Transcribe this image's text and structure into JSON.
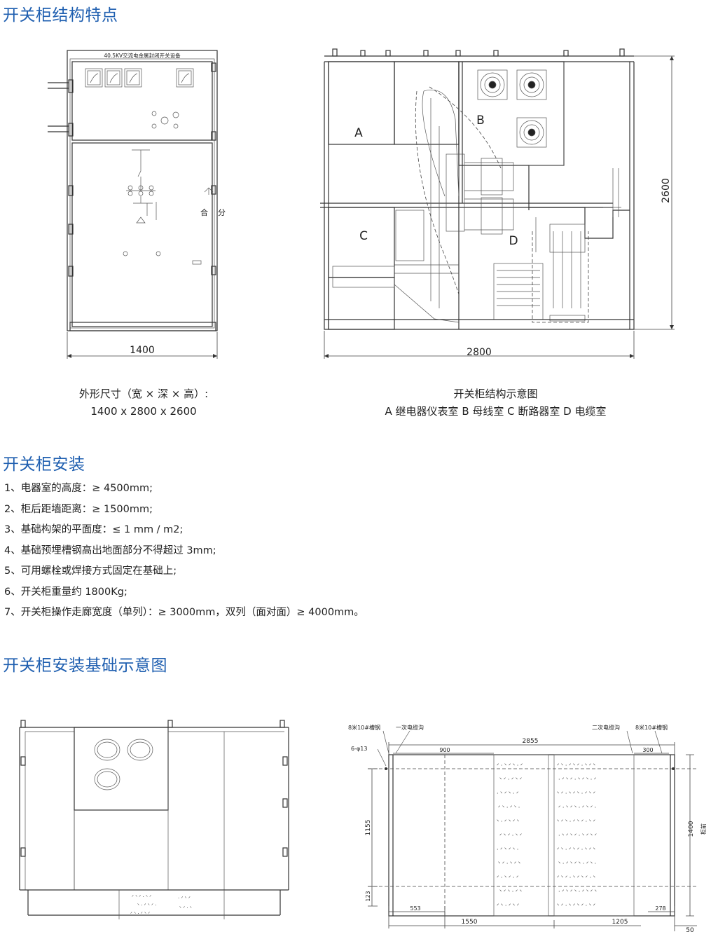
{
  "sections": {
    "structure_title": "开关柜结构特点",
    "install_title": "开关柜安装",
    "foundation_title": "开关柜安装基础示意图"
  },
  "front_view": {
    "panel_label": "40.5KV交流电金属封闭开关设备",
    "switch_close": "合",
    "switch_open": "分",
    "width_dim": "1400"
  },
  "side_view": {
    "label_a": "A",
    "label_b": "B",
    "label_c": "C",
    "label_d": "D",
    "depth_dim": "2800",
    "height_dim": "2600"
  },
  "captions": {
    "dimensions_label": "外形尺寸（宽 × 深 × 高）:",
    "dimensions_value": "1400 x 2800 x 2600",
    "structure_label": "开关柜结构示意图",
    "structure_legend": "A 继电器仪表室  B 母线室  C 断路器室  D 电缆室"
  },
  "install_items": [
    "1、电器室的高度：≥ 4500mm;",
    "2、柜后距墙距离：≥ 1500mm;",
    "3、基础构架的平面度：≤ 1 mm  /  m2;",
    "4、基础预埋槽钢高出地面部分不得超过 3mm;",
    "5、可用螺栓或焊接方式固定在基础上;",
    "6、开关柜重量约 1800Kg;",
    "7、开关柜操作走廊宽度（单列）：≥ 3000mm，双列（面对面）≥ 4000mm。"
  ],
  "foundation_plan": {
    "steel_left": "8米10#槽钢",
    "cable_trench_primary": "一次电缆沟",
    "cable_trench_secondary": "二次电缆沟",
    "steel_right": "8米10#槽钢",
    "holes": "6-φ13",
    "dim_2855": "2855",
    "dim_900": "900",
    "dim_300": "300",
    "dim_1155": "1155",
    "dim_123": "123",
    "dim_1400": "1400",
    "cabinet_front": "柜前",
    "dim_553": "553",
    "dim_278": "278",
    "dim_1550": "1550",
    "dim_1205": "1205",
    "dim_50": "50"
  }
}
